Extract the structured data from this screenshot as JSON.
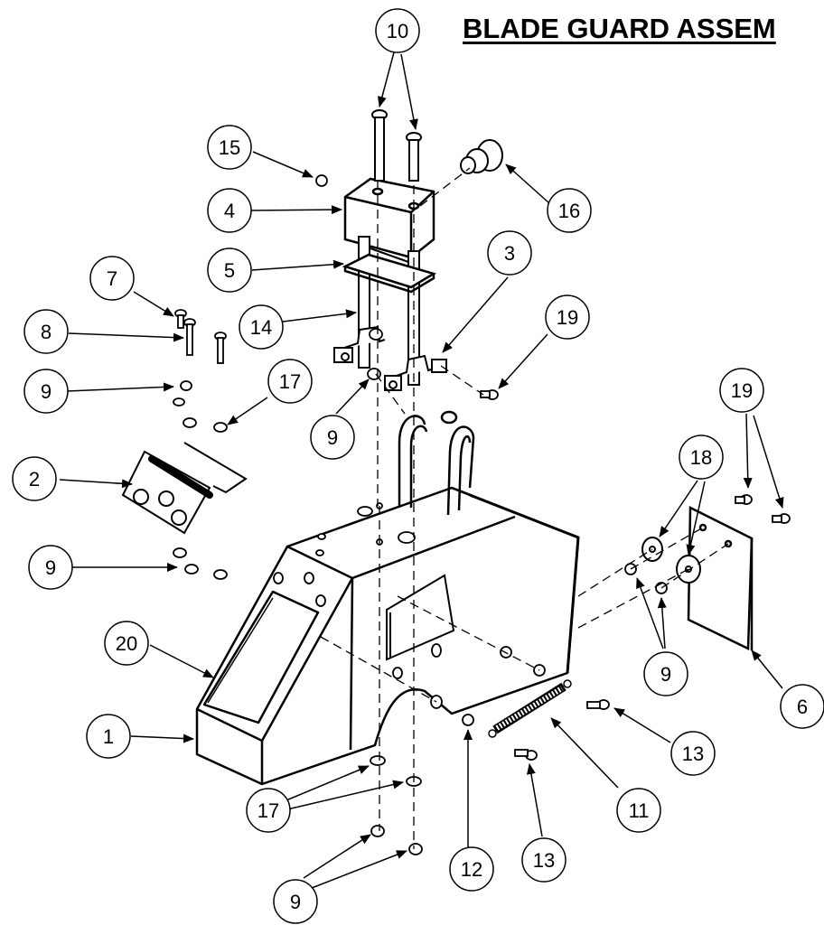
{
  "title": "BLADE GUARD ASSEM",
  "callouts": [
    {
      "id": "c10",
      "label": "10"
    },
    {
      "id": "c15",
      "label": "15"
    },
    {
      "id": "c4",
      "label": "4"
    },
    {
      "id": "c16",
      "label": "16"
    },
    {
      "id": "c5",
      "label": "5"
    },
    {
      "id": "c3",
      "label": "3"
    },
    {
      "id": "c7",
      "label": "7"
    },
    {
      "id": "c14",
      "label": "14"
    },
    {
      "id": "c19a",
      "label": "19"
    },
    {
      "id": "c8",
      "label": "8"
    },
    {
      "id": "c9a",
      "label": "9"
    },
    {
      "id": "c17a",
      "label": "17"
    },
    {
      "id": "c19b",
      "label": "19"
    },
    {
      "id": "c9b",
      "label": "9"
    },
    {
      "id": "c18",
      "label": "18"
    },
    {
      "id": "c2",
      "label": "2"
    },
    {
      "id": "c9c",
      "label": "9"
    },
    {
      "id": "c20",
      "label": "20"
    },
    {
      "id": "c9d",
      "label": "9"
    },
    {
      "id": "c6",
      "label": "6"
    },
    {
      "id": "c1",
      "label": "1"
    },
    {
      "id": "c13a",
      "label": "13"
    },
    {
      "id": "c17b",
      "label": "17"
    },
    {
      "id": "c11",
      "label": "11"
    },
    {
      "id": "c12",
      "label": "12"
    },
    {
      "id": "c13b",
      "label": "13"
    },
    {
      "id": "c9e",
      "label": "9"
    }
  ]
}
